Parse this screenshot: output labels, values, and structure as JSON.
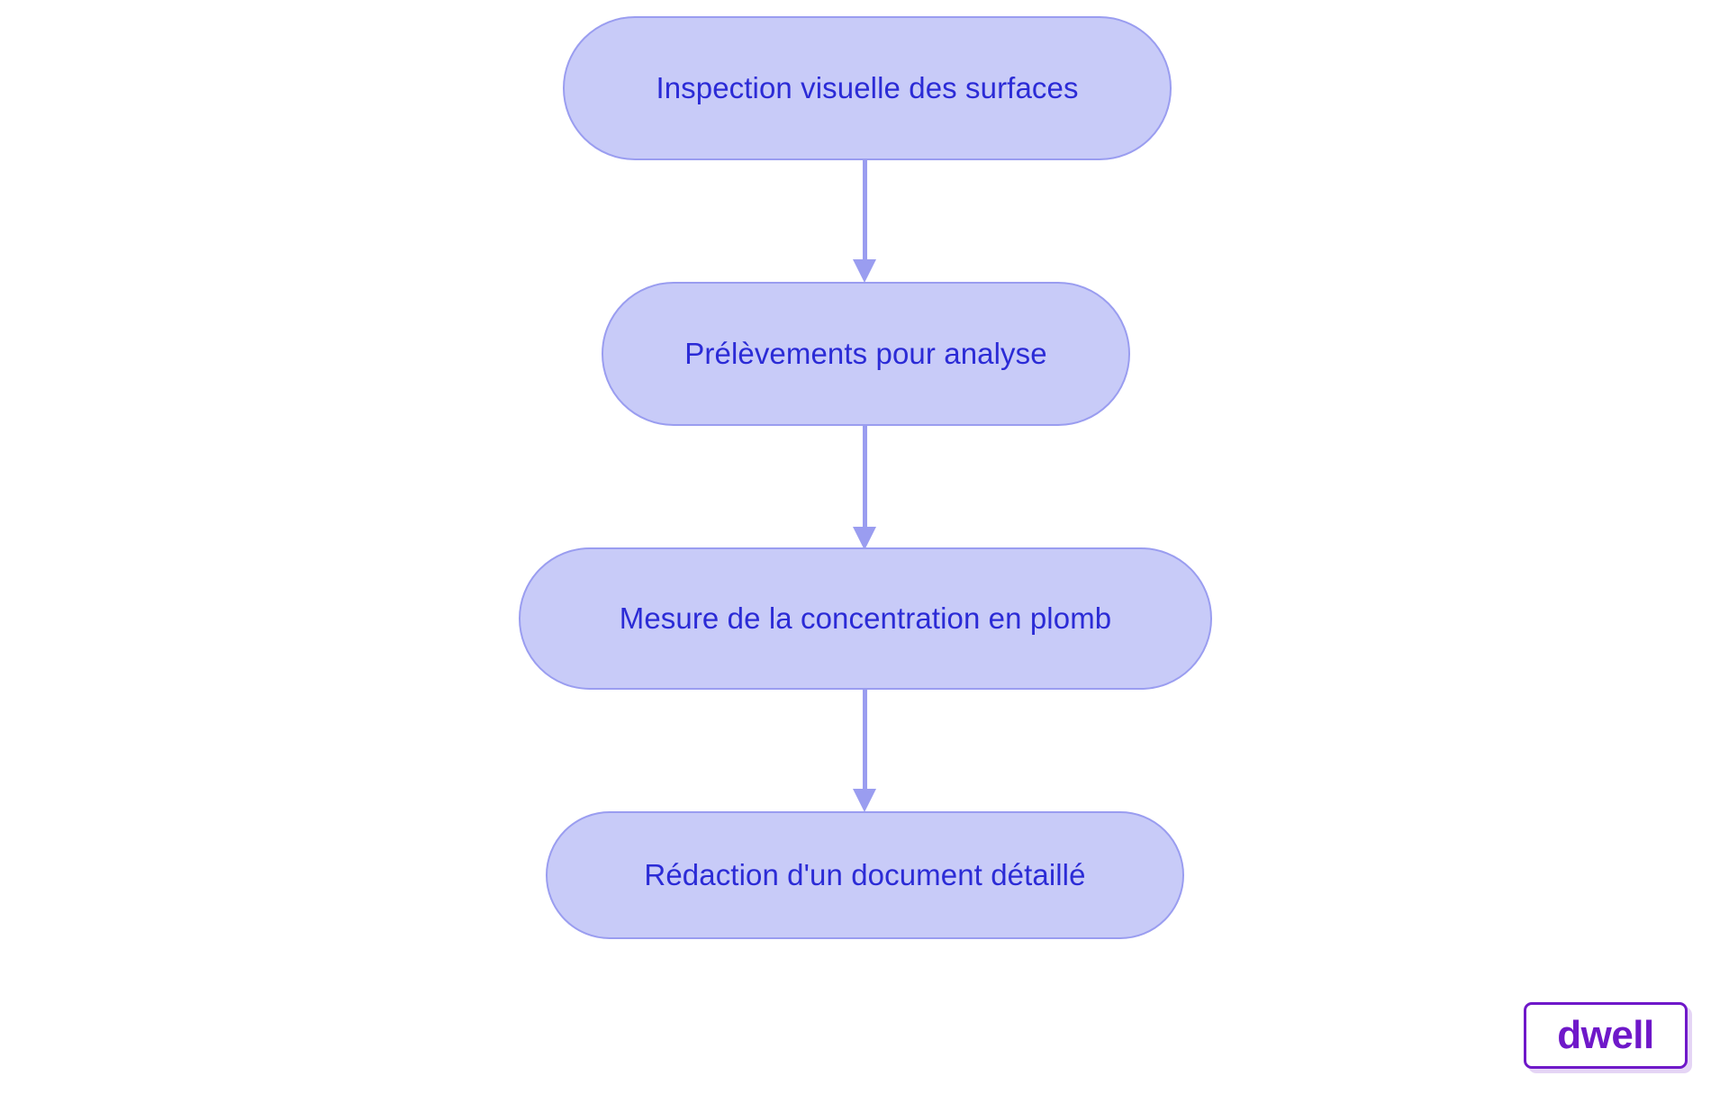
{
  "diagram": {
    "type": "flowchart",
    "orientation": "top-to-bottom",
    "background_color": "#ffffff",
    "node_fill_color": "#c8cbf8",
    "node_border_color": "#9a9df0",
    "node_text_color": "#2b2bd6",
    "connector_color": "#9a9df0",
    "nodes": [
      {
        "id": "n1",
        "label": "Inspection visuelle des surfaces"
      },
      {
        "id": "n2",
        "label": "Prélèvements pour analyse"
      },
      {
        "id": "n3",
        "label": "Mesure de la concentration en plomb"
      },
      {
        "id": "n4",
        "label": "Rédaction d'un document détaillé"
      }
    ],
    "edges": [
      {
        "from": "n1",
        "to": "n2",
        "arrow": "down-arrow-icon",
        "label": ""
      },
      {
        "from": "n2",
        "to": "n3",
        "arrow": "down-arrow-icon",
        "label": ""
      },
      {
        "from": "n3",
        "to": "n4",
        "arrow": "down-arrow-icon",
        "label": ""
      }
    ]
  },
  "branding": {
    "logo_text": "dwell",
    "logo_color": "#6f18c9",
    "logo_background": "#ffffff"
  }
}
